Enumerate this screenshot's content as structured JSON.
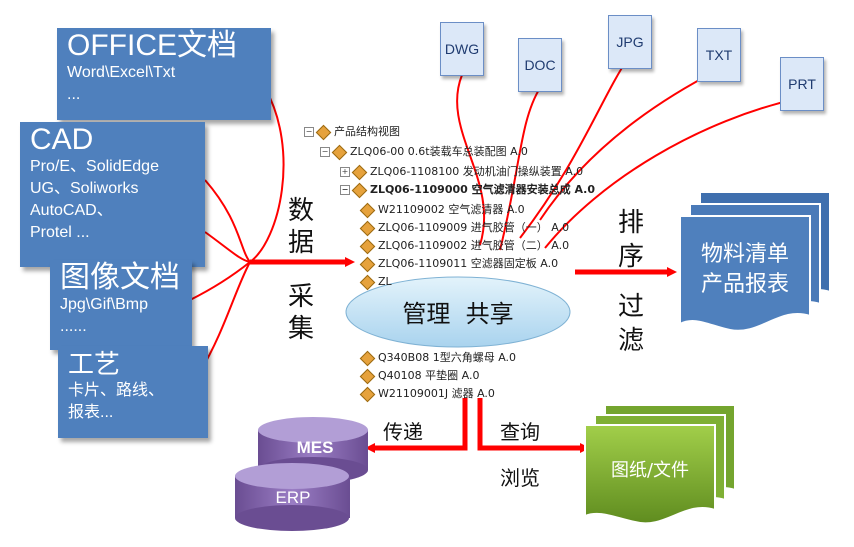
{
  "notes": {
    "office": {
      "title": "OFFICE文档",
      "lines": [
        "Word\\Excel\\Txt",
        "..."
      ]
    },
    "cad": {
      "title": "CAD",
      "lines": [
        "Pro/E、SolidEdge",
        "UG、Soliworks",
        "AutoCAD、",
        "Protel ..."
      ]
    },
    "image": {
      "title": "图像文档",
      "lines": [
        "Jpg\\Gif\\Bmp",
        "......"
      ]
    },
    "craft": {
      "title": "工艺",
      "lines": [
        "卡片、路线、",
        "报表..."
      ]
    }
  },
  "file_types": [
    "DWG",
    "DOC",
    "JPG",
    "TXT",
    "PRT"
  ],
  "tree": {
    "root": "产品结构视图",
    "items": [
      "ZLQ06-00 0.6t装载车总装配图  A.0",
      "ZLQ06-1108100 发动机油门操纵装置  A.0",
      "ZLQ06-1109000 空气滤清器安装总成  A.0",
      "W21109002 空气滤清器  A.0",
      "ZLQ06-1109009 进气胶管（一）  A.0",
      "ZLQ06-1109002 进气胶管（二）  A.0",
      "ZLQ06-1109011 空滤器固定板  A.0",
      "ZL",
      "Q340B08 1型六角螺母  A.0",
      "Q40108 平垫圈  A.0",
      "W21109001J 滤器  A.0"
    ]
  },
  "labels": {
    "collect": [
      "数",
      "据",
      "采",
      "集"
    ],
    "sort": [
      "排",
      "序",
      "过",
      "滤"
    ],
    "center": "管理  共享",
    "bom": [
      "物料清单",
      "产品报表"
    ],
    "transfer": "传递",
    "query": "查询",
    "browse": "浏览",
    "mes": "MES",
    "erp": "ERP",
    "drawings": "图纸/文件"
  },
  "colors": {
    "note": "#4f80bd",
    "arrow": "#ff0000",
    "ellipse": "#c6e4f5",
    "cylinder": "#8064a2",
    "green": "#86b535"
  }
}
